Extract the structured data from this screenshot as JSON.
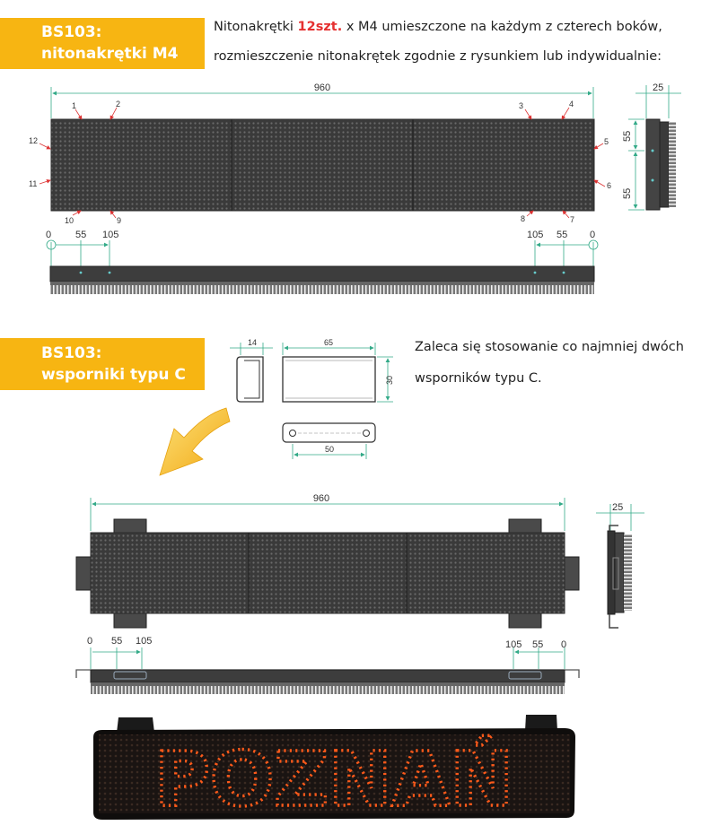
{
  "section1": {
    "badge_line1": "BS103:",
    "badge_line2": "nitonakrętki M4",
    "desc_pre": "Nitonakrętki ",
    "desc_highlight": "12szt.",
    "desc_post": " x M4 umieszczone  na każdym z czterech boków,",
    "desc_line2": "rozmieszczenie nitonakrętek zgodnie z rysunkiem lub indywidualnie:",
    "dim_width": "960",
    "dim_depth": "25",
    "dim_side_a": "55",
    "dim_side_b": "55",
    "markers": [
      "1",
      "2",
      "3",
      "4",
      "5",
      "6",
      "7",
      "8",
      "9",
      "10",
      "11",
      "12"
    ],
    "bottom_left": [
      "0",
      "55",
      "105"
    ],
    "bottom_right": [
      "105",
      "55",
      "0"
    ]
  },
  "section2": {
    "badge_line1": "BS103:",
    "badge_line2": "wsporniki typu C",
    "desc_line1": "Zaleca się stosowanie co najmniej dwóch",
    "desc_line2": "wsporników typu C.",
    "bracket_dims": [
      "14",
      "65",
      "30",
      "50"
    ],
    "dim_width": "960",
    "dim_depth": "25",
    "bottom_left": [
      "0",
      "55",
      "105"
    ],
    "bottom_right": [
      "105",
      "55",
      "0"
    ]
  },
  "display_text": "POZNAŃ",
  "colors": {
    "accent": "#f7b512",
    "highlight": "#e53030",
    "led": "#ff5a1a",
    "panel": "#3d3d3d"
  }
}
